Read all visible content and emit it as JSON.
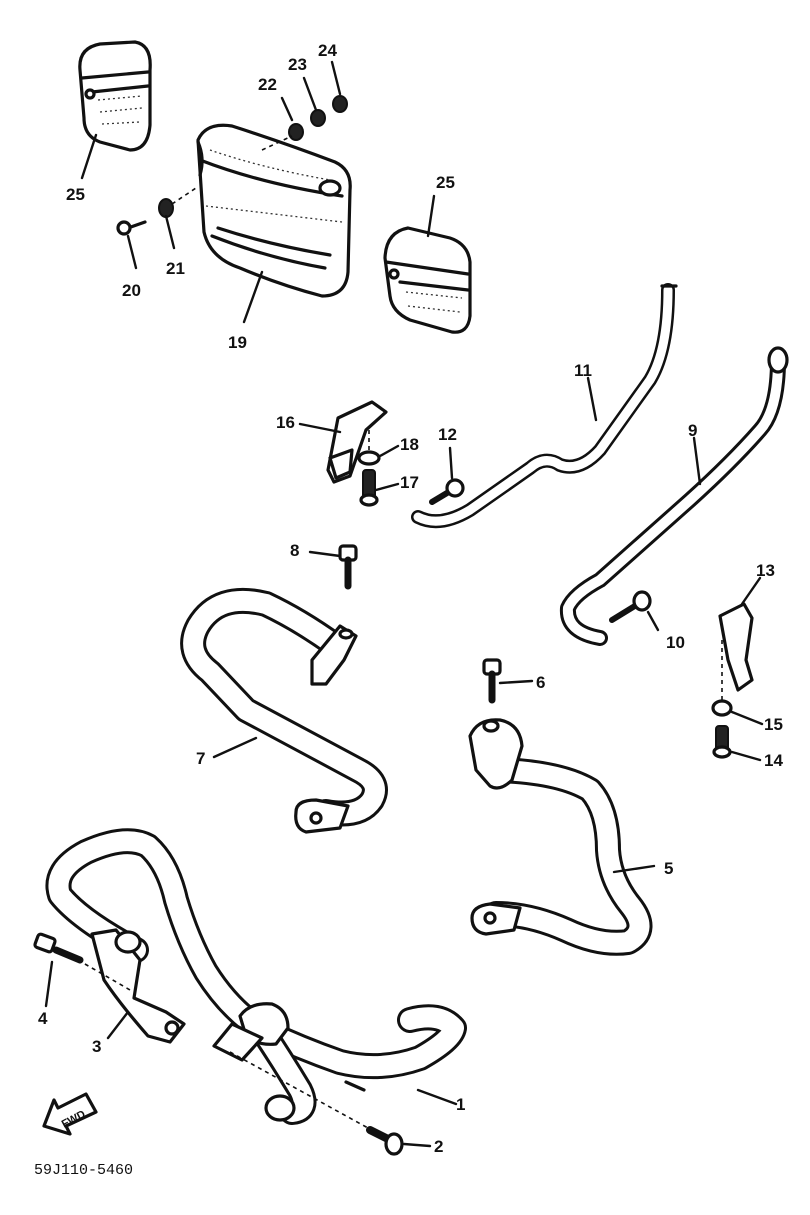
{
  "diagram": {
    "part_labels": [
      {
        "id": "1",
        "text": "1"
      },
      {
        "id": "2",
        "text": "2"
      },
      {
        "id": "3",
        "text": "3"
      },
      {
        "id": "4",
        "text": "4"
      },
      {
        "id": "5",
        "text": "5"
      },
      {
        "id": "6",
        "text": "6"
      },
      {
        "id": "7",
        "text": "7"
      },
      {
        "id": "8",
        "text": "8"
      },
      {
        "id": "9",
        "text": "9"
      },
      {
        "id": "10",
        "text": "10"
      },
      {
        "id": "11",
        "text": "11"
      },
      {
        "id": "12",
        "text": "12"
      },
      {
        "id": "13",
        "text": "13"
      },
      {
        "id": "14",
        "text": "14"
      },
      {
        "id": "15",
        "text": "15"
      },
      {
        "id": "16",
        "text": "16"
      },
      {
        "id": "17",
        "text": "17"
      },
      {
        "id": "18",
        "text": "18"
      },
      {
        "id": "19",
        "text": "19"
      },
      {
        "id": "20",
        "text": "20"
      },
      {
        "id": "21",
        "text": "21"
      },
      {
        "id": "22",
        "text": "22"
      },
      {
        "id": "23",
        "text": "23"
      },
      {
        "id": "24",
        "text": "24"
      },
      {
        "id": "25a",
        "text": "25"
      },
      {
        "id": "25b",
        "text": "25"
      }
    ],
    "fwd_arrow_text": "FWD",
    "drawing_code": "59J110-5460"
  }
}
